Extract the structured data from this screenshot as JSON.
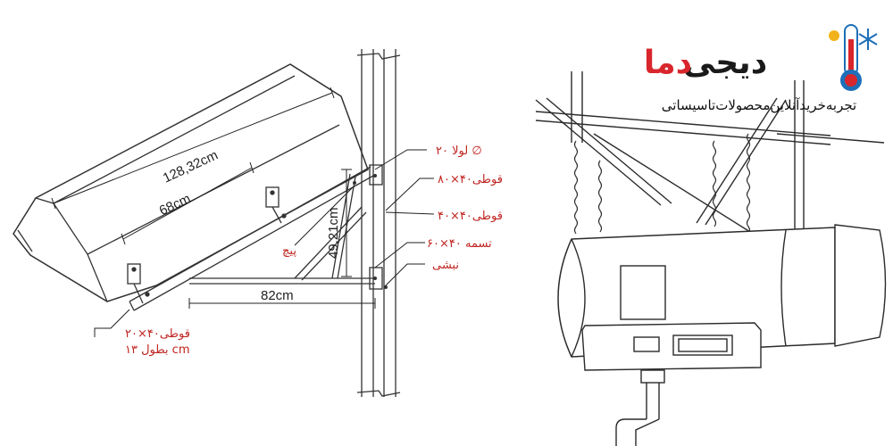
{
  "logo": {
    "brand_word1": "دما",
    "brand_word2": "دیجی",
    "tagline": "تجربه‌خرید‌آنلاین‌محصولات‌تاسیساتی",
    "colors": {
      "red": "#d8262c",
      "black": "#1a1a1a",
      "blue": "#1d6fb8"
    }
  },
  "dimensions": {
    "heater_length": "128,32cm",
    "bracket_span": "68cm",
    "arm_length": "82cm",
    "vertical_height": "49,21cm"
  },
  "labels": {
    "pipe": "لولا ۲۰ ∅",
    "profile_80": "قوطی۴۰×۸۰",
    "profile_40": "قوطی۴۰×۴۰",
    "strip": "تسمه ۴۰×۶۰",
    "angle": "نبشی",
    "bolt": "پیچ",
    "profile_20": "قوطی۴۰×۲۰",
    "length_13": "بطول ۱۳ cm"
  }
}
